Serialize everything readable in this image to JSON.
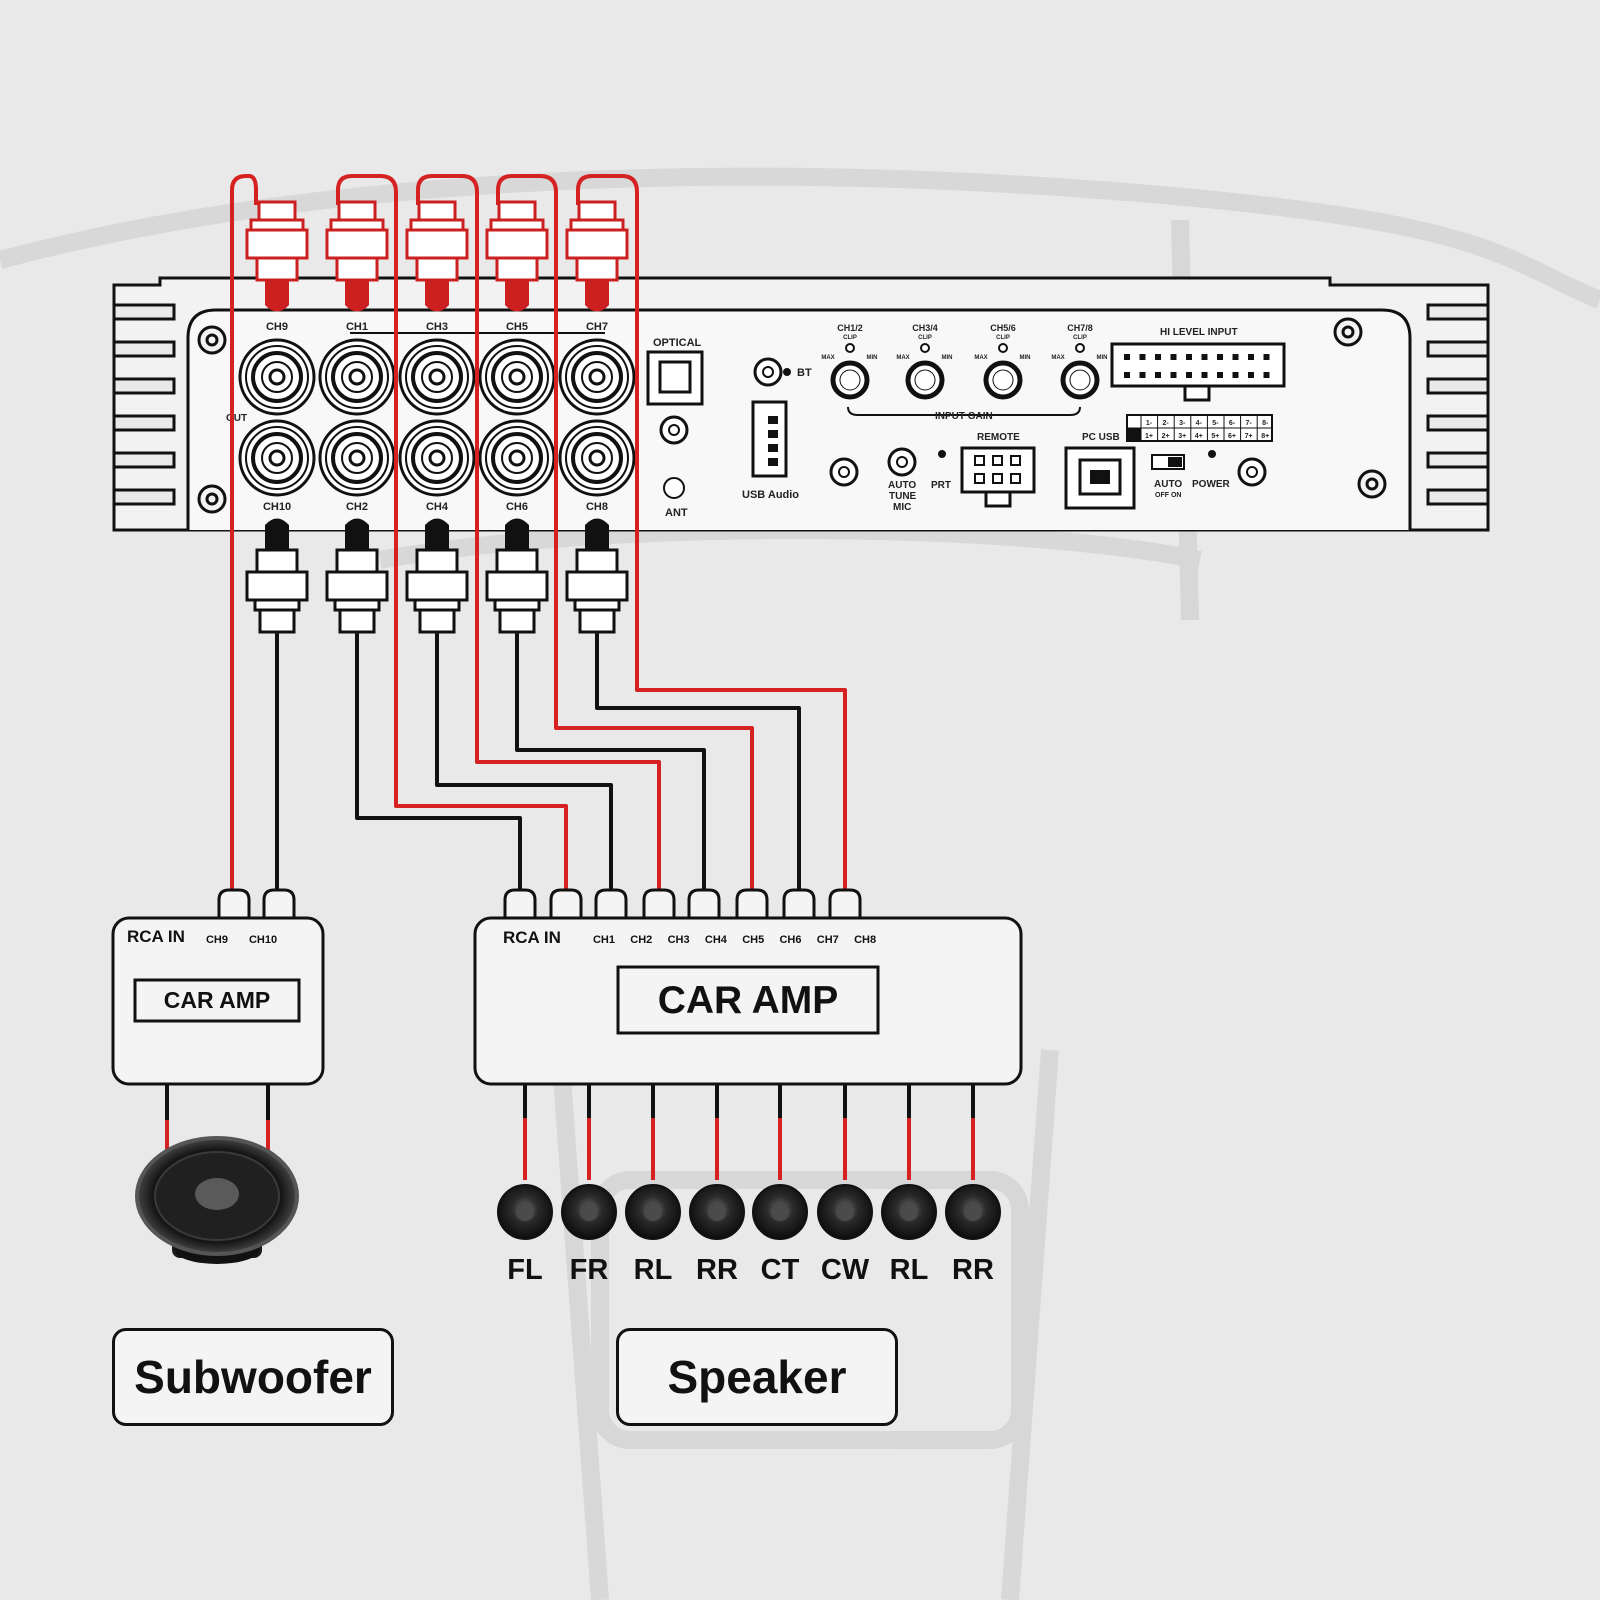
{
  "colors": {
    "background": "#e9e9e9",
    "wire_red": "#d52121",
    "wire_black": "#111111",
    "plug_red": "#cc1f1f"
  },
  "processor": {
    "rca_top_labels": [
      "CH9",
      "CH1",
      "CH3",
      "CH5",
      "CH7"
    ],
    "rca_bottom_labels": [
      "CH10",
      "CH2",
      "CH4",
      "CH6",
      "CH8"
    ],
    "out_label": "OUT",
    "optical_label": "OPTICAL",
    "ant_label": "ANT",
    "bt_label": "BT",
    "usb_audio_label": "USB Audio",
    "clip_label": "CLIP",
    "gain_channels": [
      "CH1/2",
      "CH3/4",
      "CH5/6",
      "CH7/8"
    ],
    "max_label": "MAX",
    "min_label": "MIN",
    "input_gain_label": "INPUT GAIN",
    "hi_level_input_label": "HI LEVEL INPUT",
    "pin_labels_top": [
      "1-",
      "2-",
      "3-",
      "4-",
      "5-",
      "6-",
      "7-",
      "8-"
    ],
    "pin_labels_bottom": [
      "1+",
      "2+",
      "3+",
      "4+",
      "5+",
      "6+",
      "7+",
      "8+"
    ],
    "remote_label": "REMOTE",
    "pc_usb_label": "PC USB",
    "auto_label": "AUTO",
    "off_on_label": "OFF ON",
    "power_label": "POWER",
    "prt_label": "PRT",
    "auto_tune_mic_lines": [
      "AUTO",
      "TUNE",
      "MIC"
    ]
  },
  "sub_amp": {
    "rca_in_label": "RCA IN",
    "channels": [
      "CH9",
      "CH10"
    ],
    "title": "CAR AMP"
  },
  "main_amp": {
    "rca_in_label": "RCA IN",
    "channels": [
      "CH1",
      "CH2",
      "CH3",
      "CH4",
      "CH5",
      "CH6",
      "CH7",
      "CH8"
    ],
    "title": "CAR AMP"
  },
  "speakers": [
    "FL",
    "FR",
    "RL",
    "RR",
    "CT",
    "CW",
    "RL",
    "RR"
  ],
  "captions": {
    "subwoofer": "Subwoofer",
    "speaker": "Speaker"
  }
}
